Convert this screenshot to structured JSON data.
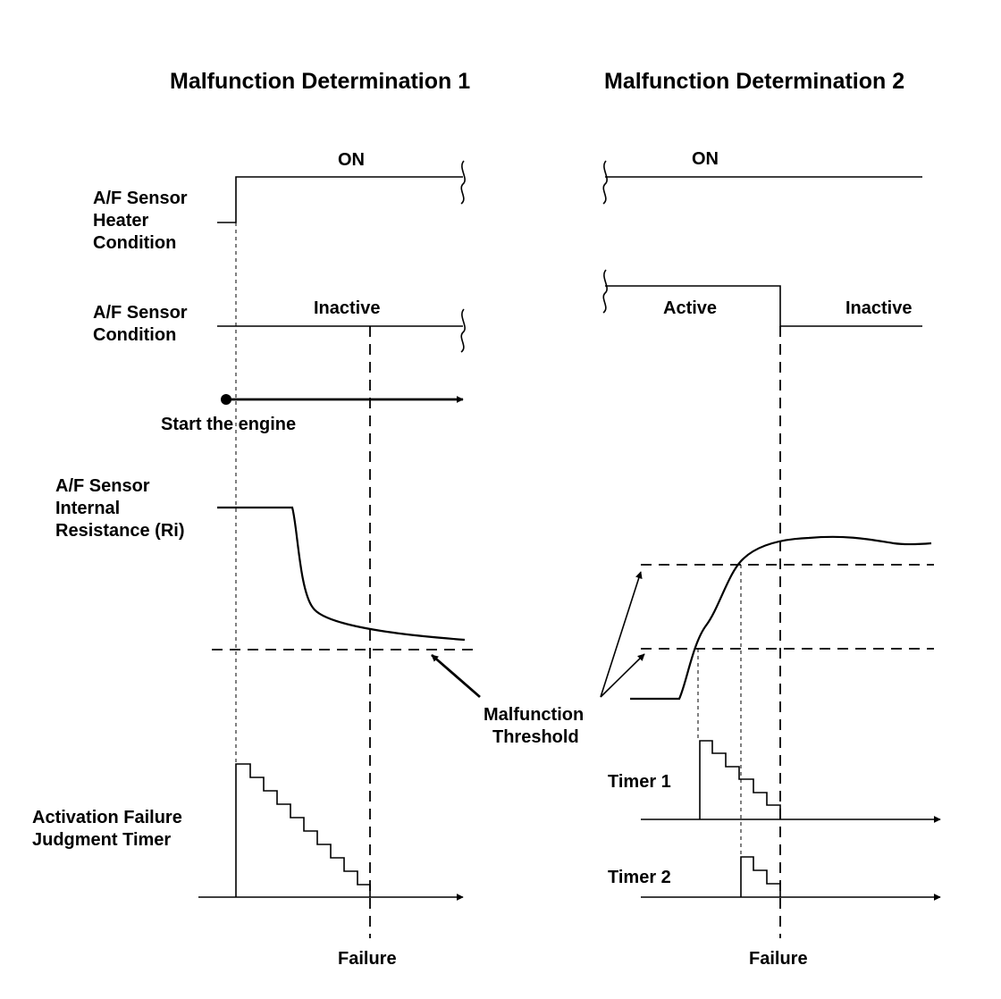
{
  "titles": {
    "left": "Malfunction Determination 1",
    "right": "Malfunction Determination 2"
  },
  "labels": {
    "heater_line1": "A/F Sensor",
    "heater_line2": "Heater",
    "heater_line3": "Condition",
    "sensor_line1": "A/F Sensor",
    "sensor_line2": "Condition",
    "resistance_line1": "A/F Sensor",
    "resistance_line2": "Internal",
    "resistance_line3": "Resistance (Ri)",
    "timer_line1": "Activation Failure",
    "timer_line2": "Judgment Timer",
    "start_engine": "Start the engine",
    "threshold_line1": "Malfunction",
    "threshold_line2": "Threshold",
    "timer1": "Timer 1",
    "timer2": "Timer 2"
  },
  "states": {
    "left_heater": "ON",
    "right_heater": "ON",
    "left_sensor": "Inactive",
    "right_sensor_before": "Active",
    "right_sensor_after": "Inactive"
  },
  "failure": {
    "left": "Failure",
    "right": "Failure"
  },
  "colors": {
    "line": "#000000",
    "background": "#ffffff"
  }
}
